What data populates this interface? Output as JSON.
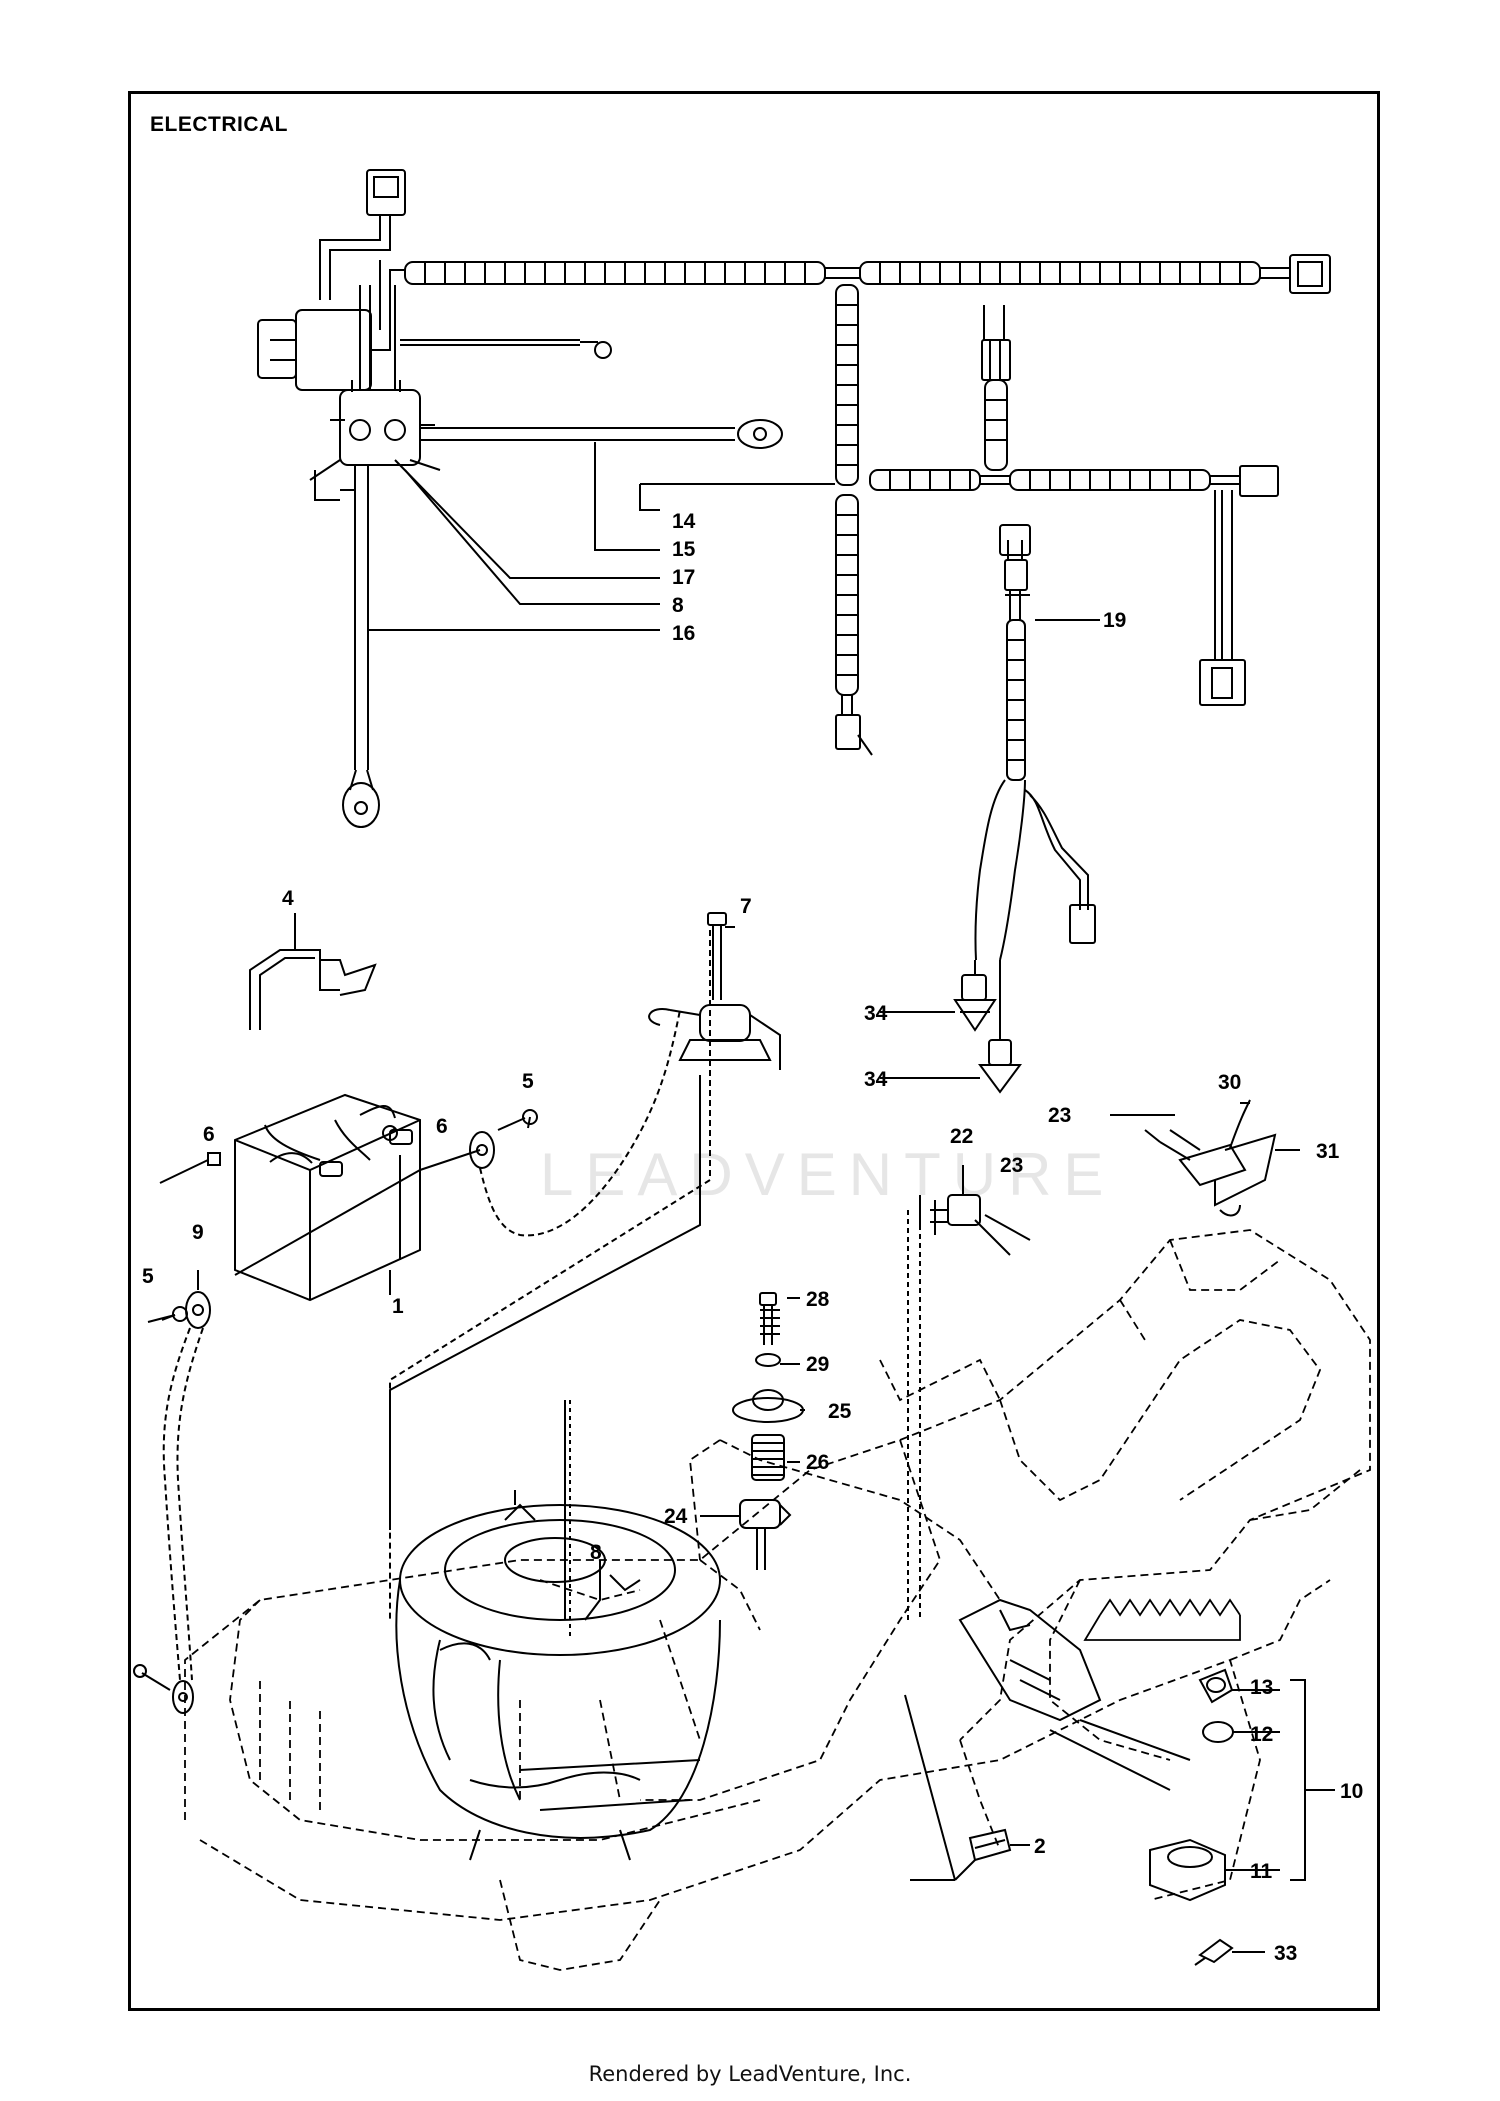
{
  "title": "ELECTRICAL",
  "footer": "Rendered by LeadVenture, Inc.",
  "watermark": "LEADVENTURE",
  "callouts": {
    "c14": "14",
    "c15": "15",
    "c17": "17",
    "c8a": "8",
    "c16": "16",
    "c19": "19",
    "c4": "4",
    "c7": "7",
    "c6a": "6",
    "c6b": "6",
    "c5a": "5",
    "c5b": "5",
    "c9": "9",
    "c1": "1",
    "c34a": "34",
    "c34b": "34",
    "c30": "30",
    "c23a": "23",
    "c31": "31",
    "c22": "22",
    "c23b": "23",
    "c28": "28",
    "c29": "29",
    "c25": "25",
    "c26": "26",
    "c24": "24",
    "c8b": "8",
    "c13": "13",
    "c12": "12",
    "c10": "10",
    "c11": "11",
    "c2": "2",
    "c33": "33"
  }
}
